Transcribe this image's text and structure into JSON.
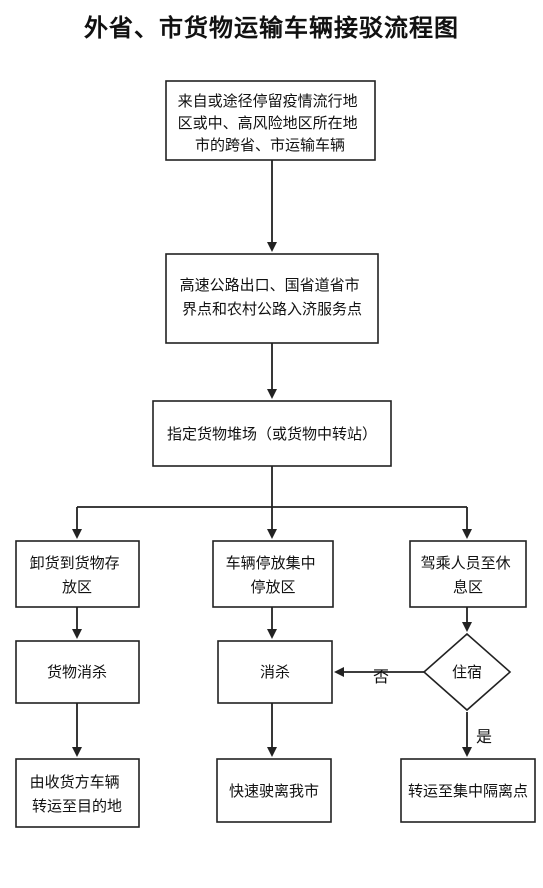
{
  "title": "外省、市货物运输车辆接驳流程图",
  "nodes": {
    "source": {
      "lines": [
        "来自或途径停留疫情流行地",
        "区或中、高风险地区所在地",
        "市的跨省、市运输车辆"
      ]
    },
    "checkpoint": {
      "lines": [
        "高速公路出口、国省道省市",
        "界点和农村公路入济服务点"
      ]
    },
    "yard": {
      "lines": [
        "指定货物堆场（或货物中转站）"
      ]
    },
    "unload": {
      "lines": [
        "卸货到货物存",
        "放区"
      ]
    },
    "park": {
      "lines": [
        "车辆停放集中",
        "停放区"
      ]
    },
    "driver_rest": {
      "lines": [
        "驾乘人员至休",
        "息区"
      ]
    },
    "goods_disinfect": {
      "lines": [
        "货物消杀"
      ]
    },
    "vehicle_disinfect": {
      "lines": [
        "消杀"
      ]
    },
    "stay": {
      "lines": [
        "住宿"
      ]
    },
    "receiver": {
      "lines": [
        "由收货方车辆",
        "转运至目的地"
      ]
    },
    "leave": {
      "lines": [
        "快速驶离我市"
      ]
    },
    "quarantine": {
      "lines": [
        "转运至集中隔离点"
      ]
    }
  },
  "edges": [
    {
      "from": "source",
      "to": "checkpoint"
    },
    {
      "from": "checkpoint",
      "to": "yard"
    },
    {
      "from": "yard",
      "to": "unload"
    },
    {
      "from": "yard",
      "to": "park"
    },
    {
      "from": "yard",
      "to": "driver_rest"
    },
    {
      "from": "unload",
      "to": "goods_disinfect"
    },
    {
      "from": "goods_disinfect",
      "to": "receiver"
    },
    {
      "from": "park",
      "to": "vehicle_disinfect"
    },
    {
      "from": "vehicle_disinfect",
      "to": "leave"
    },
    {
      "from": "driver_rest",
      "to": "stay"
    },
    {
      "from": "stay",
      "to": "vehicle_disinfect",
      "label": "否"
    },
    {
      "from": "stay",
      "to": "quarantine",
      "label": "是"
    }
  ]
}
